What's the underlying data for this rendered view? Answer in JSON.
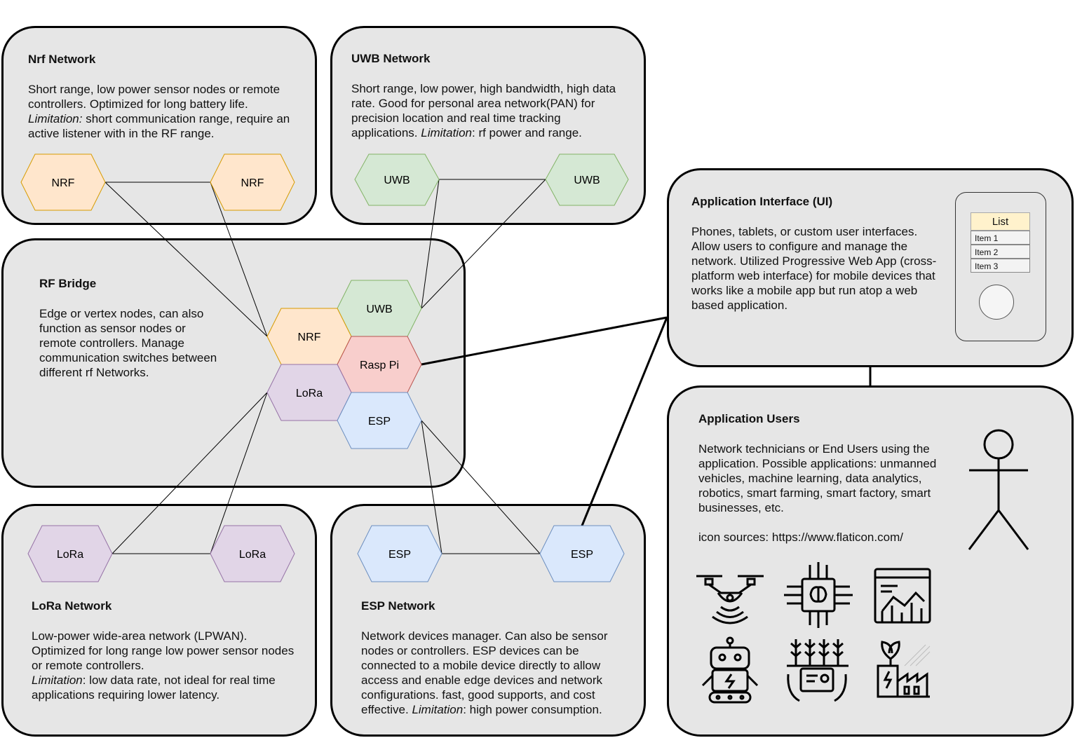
{
  "nrf_network": {
    "title": "Nrf Network",
    "desc_pre": "Short range, low power sensor nodes or remote controllers. Optimized for long battery life.\n",
    "desc_em": "Limitation:",
    "desc_post": " short communication range, require an active listener with in the RF range."
  },
  "uwb_network": {
    "title": "UWB Network",
    "desc_pre": "Short range, low power, high bandwidth, high data rate. Good for personal area network(PAN) for precision location and real time tracking applications. ",
    "desc_em": "Limitation",
    "desc_post": ": rf power and range."
  },
  "rf_bridge": {
    "title": "RF Bridge",
    "desc": "Edge or vertex nodes, can also function as sensor nodes or remote controllers. Manage communication switches between different rf Networks."
  },
  "lora_network": {
    "title": "LoRa Network",
    "desc_pre": "Low-power wide-area network (LPWAN). Optimized for long range low power sensor nodes or remote controllers.\n",
    "desc_em": "Limitation",
    "desc_post": ": low data rate, not ideal for real time applications requiring lower latency."
  },
  "esp_network": {
    "title": "ESP Network",
    "desc_pre": "Network devices manager. Can also be sensor nodes or controllers. ESP devices can be connected to a mobile device directly to allow access and enable edge devices and network configurations. fast, good supports, and cost effective. ",
    "desc_em": "Limitation",
    "desc_post": ": high power consumption."
  },
  "app_interface": {
    "title": "Application Interface (UI)",
    "desc": "Phones, tablets, or custom user interfaces. Allow users to configure and manage the network. Utilized Progressive Web App (cross-platform web interface) for mobile devices that works like a mobile app but run atop a web based application.",
    "list_title": "List",
    "list_items": [
      "Item 1",
      "Item 2",
      "Item 3"
    ]
  },
  "app_users": {
    "title": "Application Users",
    "desc": "Network technicians or End Users using the application. Possible applications: unmanned vehicles, machine learning, data analytics, robotics, smart farming, smart factory, smart businesses, etc.",
    "sources": "icon sources: https://www.flaticon.com/",
    "icons": [
      "drone-icon",
      "ai-chip-icon",
      "analytics-dashboard-icon",
      "robot-icon",
      "smart-farming-icon",
      "smart-factory-icon"
    ]
  },
  "nodes": {
    "nrf": "NRF",
    "uwb": "UWB",
    "lora": "LoRa",
    "esp": "ESP",
    "rasp_pi": "Rasp Pi"
  },
  "colors": {
    "panel_fill": "#e6e6e6",
    "nrf_fill": "#ffe6cc",
    "nrf_stroke": "#d79b00",
    "uwb_fill": "#d5e8d4",
    "uwb_stroke": "#82b366",
    "lora_fill": "#e1d5e7",
    "lora_stroke": "#9673a6",
    "esp_fill": "#dae8fc",
    "esp_stroke": "#6c8ebf",
    "rasp_fill": "#f8cecc",
    "rasp_stroke": "#b85450"
  }
}
